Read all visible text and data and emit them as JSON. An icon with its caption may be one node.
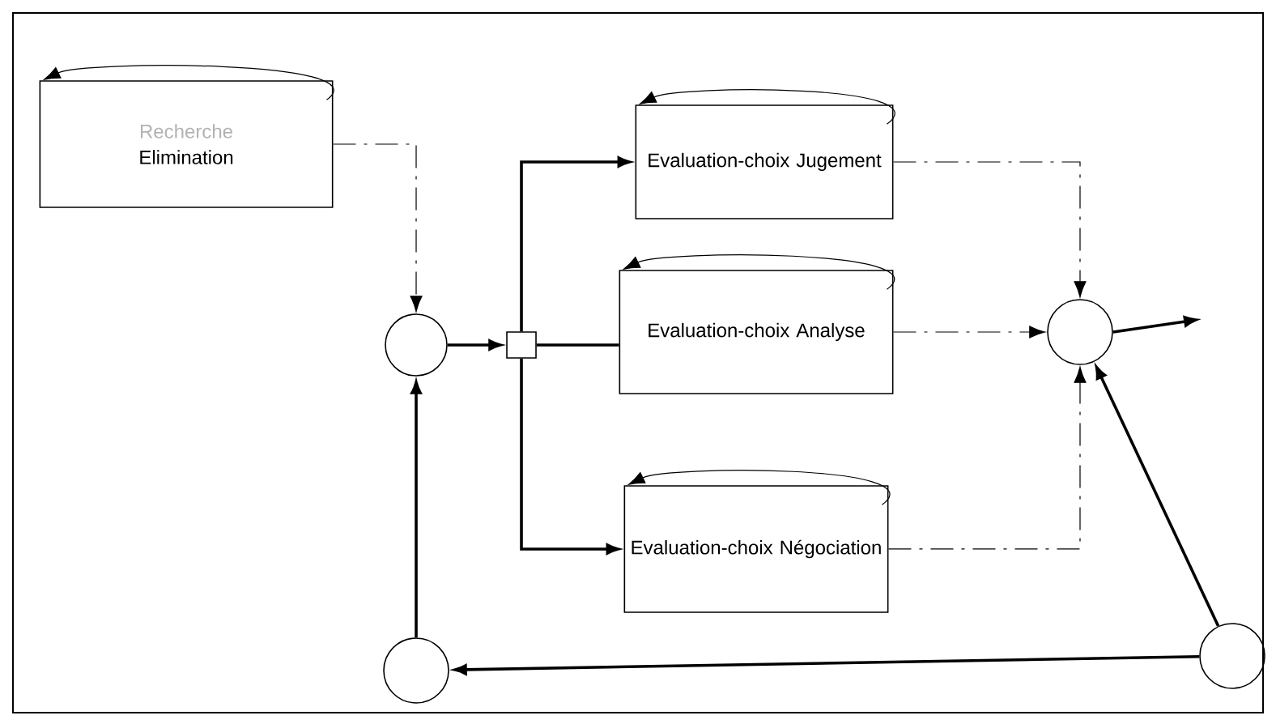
{
  "diagram": {
    "nodes": [
      {
        "text": [
          "Recherche",
          "Elimination"
        ]
      },
      {
        "text": [],
        "shape": "circle"
      },
      {
        "text": [],
        "shape": "box"
      },
      {
        "text": [
          "Evaluation-choix Jugement"
        ]
      },
      {
        "text": [
          "Evaluation-choix Analyse"
        ]
      },
      {
        "text": [
          "Evaluation-choix Négociation"
        ]
      },
      {
        "text": [],
        "shape": "circle"
      },
      {
        "text": [],
        "shape": "circle"
      },
      {
        "text": [],
        "shape": "circle"
      }
    ],
    "edges": [
      {
        "from": 0,
        "to": 0,
        "arrow": "to"
      },
      {
        "from": 3,
        "to": 3,
        "arrow": "to"
      },
      {
        "from": 4,
        "to": 4,
        "arrow": "to"
      },
      {
        "from": 5,
        "to": 5,
        "arrow": "to"
      },
      {
        "from": 0,
        "to": 1,
        "arrow": "to",
        "style": "dashed"
      },
      {
        "from": 1,
        "to": 2,
        "arrow": "to"
      },
      {
        "from": 2,
        "to": 3,
        "arrow": "to"
      },
      {
        "from": 2,
        "to": 4,
        "arrow": "none"
      },
      {
        "from": 2,
        "to": 5,
        "arrow": "to"
      },
      {
        "from": 3,
        "to": 6,
        "arrow": "to",
        "style": "dashed"
      },
      {
        "from": 4,
        "to": 6,
        "arrow": "to",
        "style": "dashed"
      },
      {
        "from": 5,
        "to": 6,
        "arrow": "to",
        "style": "dashed"
      },
      {
        "from": 6,
        "to": null,
        "arrow": "to"
      },
      {
        "from": 8,
        "to": 6,
        "arrow": "to"
      },
      {
        "from": 8,
        "to": 7,
        "arrow": "to"
      },
      {
        "from": 7,
        "to": 1,
        "arrow": "to"
      }
    ]
  }
}
